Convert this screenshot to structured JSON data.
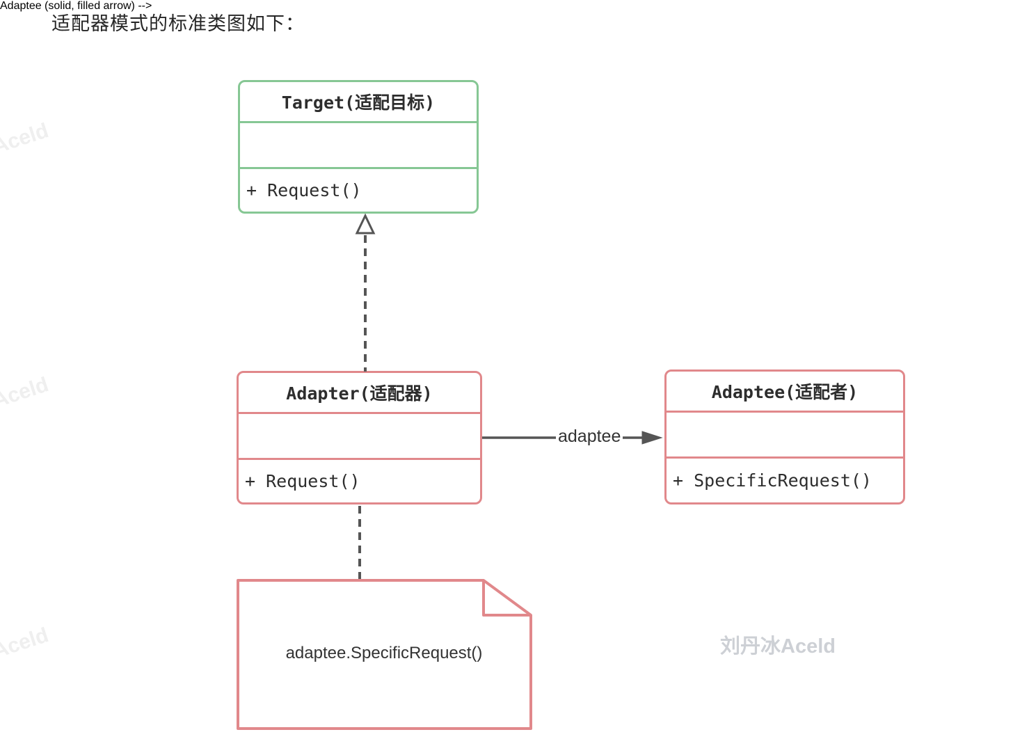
{
  "page": {
    "title": "适配器模式的标准类图如下："
  },
  "diagram": {
    "type": "uml-class-diagram",
    "classes": [
      {
        "role": "target",
        "name": "Target(适配目标)",
        "attributes": "",
        "methods": "+ Request()",
        "border_color": "#86c794"
      },
      {
        "role": "adapter",
        "name": "Adapter(适配器)",
        "attributes": "",
        "methods": "+ Request()",
        "border_color": "#e1888b"
      },
      {
        "role": "adaptee",
        "name": "Adaptee(适配者)",
        "attributes": "",
        "methods": "+ SpecificRequest()",
        "border_color": "#e1888b"
      }
    ],
    "relations": [
      {
        "type": "realization",
        "from": "Adapter",
        "to": "Target",
        "style": "dashed-line-open-triangle",
        "label": ""
      },
      {
        "type": "association",
        "from": "Adapter",
        "to": "Adaptee",
        "style": "solid-line-filled-arrow",
        "label": "adaptee"
      },
      {
        "type": "note-anchor",
        "from": "Adapter",
        "to": "note",
        "style": "dashed-line",
        "label": ""
      }
    ],
    "note": {
      "text": "adaptee.SpecificRequest()",
      "border_color": "#e1888b"
    },
    "colors": {
      "line": "#555555",
      "text": "#2d2d2d",
      "class_green": "#86c794",
      "class_red": "#e1888b",
      "watermark_gray": "#cdd0d5"
    }
  },
  "watermarks": {
    "signature": "刘丹冰Aceld",
    "faint": "刘丹冰Aceld"
  }
}
